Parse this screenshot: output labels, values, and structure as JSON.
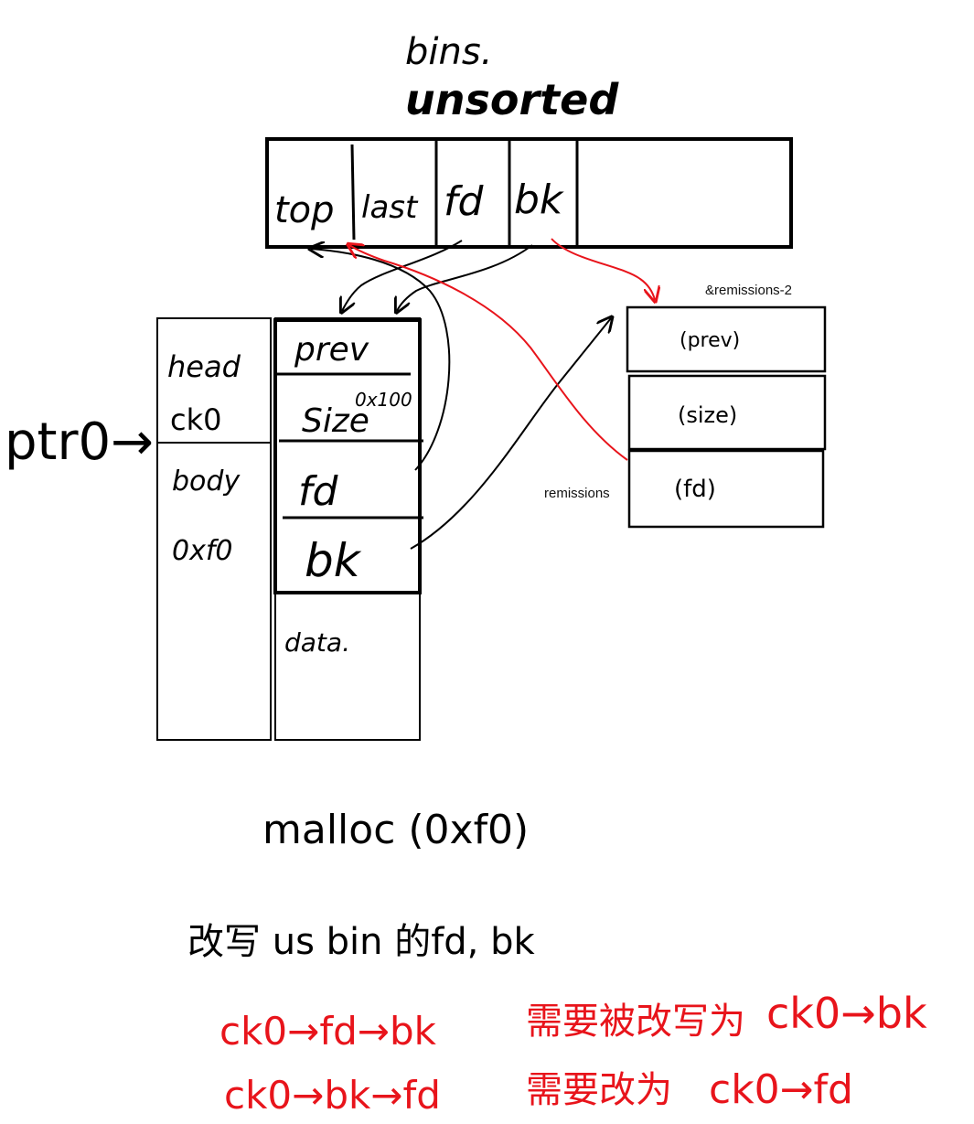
{
  "colors": {
    "ink": "#000000",
    "red_ink": "#e8141b",
    "background": "#ffffff"
  },
  "header": {
    "bins": "bins.",
    "unsorted": "unsorted"
  },
  "bin_cells": {
    "top": "top",
    "last": "last",
    "fd": "fd",
    "bk": "bk"
  },
  "chunk": {
    "pointer_label": "ptr0→",
    "head_line1": "head",
    "head_line2": "ck0",
    "body_line1": "body",
    "body_line2": "0xf0",
    "prev": "prev",
    "size": "Size",
    "size_value": "0x100",
    "fd": "fd",
    "bk": "bk",
    "data": "data."
  },
  "target": {
    "label_top": "&remissions-2",
    "label_side": "remissions",
    "prev": "(prev)",
    "size": "(size)",
    "fd": "(fd)"
  },
  "notes": {
    "malloc": "malloc (0xf0)",
    "rewrite": "改写 us bin 的fd, bk",
    "red_line1_expr": "ck0→fd→bk",
    "red_line1_note": "需要被改写为",
    "red_line1_value": "ck0→bk",
    "red_line2_expr": "ck0→bk→fd",
    "red_line2_note": "需要改为",
    "red_line2_value": "ck0→fd"
  }
}
